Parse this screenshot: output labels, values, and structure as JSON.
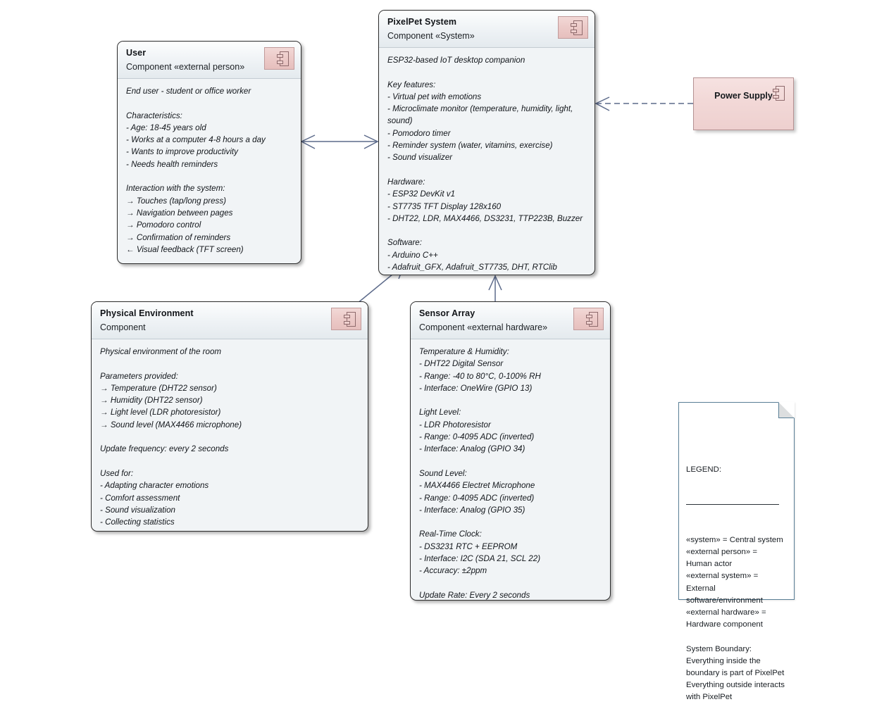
{
  "diagram": {
    "title": "PixelPet System Component Diagram",
    "background": "#ffffff",
    "accent_pink": "#eed0cf",
    "accent_border": "#b59192",
    "connector_color": "#5c6a8a"
  },
  "components": {
    "user": {
      "title": "User",
      "stereotype": "Component «external person»",
      "icon": "uml-component-icon",
      "body": "End user - student or office worker\n\nCharacteristics:\n- Age: 18-45 years old\n- Works at a computer 4-8 hours a day\n- Wants to improve productivity\n- Needs health reminders\n\nInteraction with the system:\n→ Touches (tap/long press)\n→ Navigation between pages\n→ Pomodoro control\n→ Confirmation of reminders\n← Visual feedback (TFT screen)"
    },
    "pixelpet": {
      "title": "PixelPet System",
      "stereotype": "Component «System»",
      "icon": "uml-component-icon",
      "body": "ESP32-based IoT desktop companion\n\nKey features:\n- Virtual pet with emotions\n- Microclimate monitor (temperature, humidity, light, sound)\n- Pomodoro timer\n- Reminder system (water, vitamins, exercise)\n- Sound visualizer\n\nHardware:\n- ESP32 DevKit v1\n- ST7735 TFT Display 128x160\n- DHT22, LDR, MAX4466, DS3231, TTP223B, Buzzer\n\nSoftware:\n- Arduino C++\n- Adafruit_GFX, Adafruit_ST7735, DHT, RTClib"
    },
    "physical_environment": {
      "title": "Physical Environment",
      "stereotype": "Component",
      "icon": "uml-component-icon",
      "body": "Physical environment of the room\n\nParameters provided:\n→ Temperature (DHT22 sensor)\n→ Humidity (DHT22 sensor)\n→ Light level (LDR photoresistor)\n→ Sound level (MAX4466 microphone)\n\nUpdate frequency: every 2 seconds\n\nUsed for:\n- Adapting character emotions\n- Comfort assessment\n- Sound visualization\n- Collecting statistics"
    },
    "sensor_array": {
      "title": "Sensor Array",
      "stereotype": "Component «external hardware»",
      "icon": "uml-component-icon",
      "body": "Temperature & Humidity:\n- DHT22 Digital Sensor\n- Range: -40 to 80°C, 0-100% RH\n- Interface: OneWire (GPIO 13)\n\nLight Level:\n- LDR Photoresistor\n- Range: 0-4095 ADC (inverted)\n- Interface: Analog (GPIO 34)\n\nSound Level:\n- MAX4466 Electret Microphone\n- Range: 0-4095 ADC (inverted)\n- Interface: Analog (GPIO 35)\n\nReal-Time Clock:\n- DS3231 RTC + EEPROM\n- Interface: I2C (SDA 21, SCL 22)\n- Accuracy: ±2ppm\n\nUpdate Rate: Every 2 seconds"
    },
    "power_supply": {
      "title": "Power Supply",
      "icon": "uml-component-icon"
    }
  },
  "legend": {
    "heading": "LEGEND:",
    "body": "«system» = Central system\n«external person» = Human actor\n«external system» = External software/environment\n«external hardware» = Hardware component\n\nSystem Boundary:\nEverything inside the boundary is part of PixelPet\nEverything outside interacts with PixelPet"
  },
  "connectors": [
    {
      "name": "user-to-pixelpet",
      "style": "solid",
      "arrows": "both"
    },
    {
      "name": "power-supply-to-pixelpet",
      "style": "dashed",
      "arrows": "to-pixelpet"
    },
    {
      "name": "physical-environment-to-pixelpet",
      "style": "solid",
      "arrows": "to-pixelpet"
    },
    {
      "name": "sensor-array-to-pixelpet",
      "style": "solid",
      "arrows": "to-pixelpet"
    }
  ]
}
